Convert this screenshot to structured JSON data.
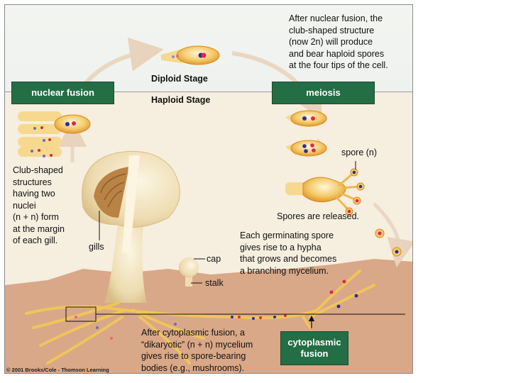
{
  "stages": {
    "diploid": "Diploid Stage",
    "haploid": "Haploid Stage"
  },
  "process_boxes": {
    "nuclear_fusion": "nuclear fusion",
    "meiosis": "meiosis",
    "cytoplasmic_fusion_line1": "cytoplasmic",
    "cytoplasmic_fusion_line2": "fusion"
  },
  "captions": {
    "after_nuclear_fusion": "After nuclear fusion, the\nclub-shaped structure\n(now 2n) will produce\nand bear haploid spores\nat the four tips of the cell.",
    "club_shaped": "Club-shaped\nstructures\nhaving two\nnuclei\n(n + n) form\nat the margin\nof each gill.",
    "spores_released": "Spores are released.",
    "germinating": "Each germinating spore\ngives rise to a hypha\nthat grows and becomes\na branching mycelium.",
    "after_cytoplasmic_fusion": "After cytoplasmic fusion, a\n“dikaryotic” (n + n) mycelium\ngives rise to spore-bearing\nbodies (e.g., mushrooms)."
  },
  "labels": {
    "spore": "spore (n)",
    "gills": "gills",
    "cap": "cap",
    "stalk": "stalk"
  },
  "copyright": "© 2001 Brooks/Cole - Thomson Learning",
  "colors": {
    "box_green": "#236e45",
    "cell_fill": "#f2c25a",
    "cell_edge": "#d88a1e",
    "nucleus_blue": "#2c2f9a",
    "nucleus_red": "#e0264a",
    "soil": "#d9a888",
    "mushroom": "#f1e4bf",
    "gills": "#b98346",
    "arrow": "#e8d3bd"
  }
}
